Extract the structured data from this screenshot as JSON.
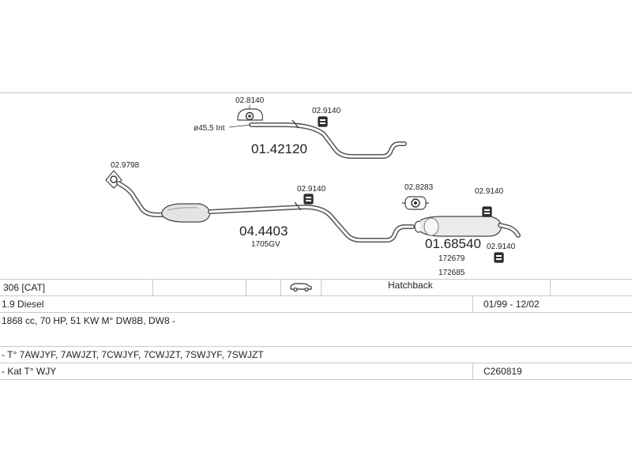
{
  "parts": {
    "hanger_top_left": "02.8140",
    "clamp_top_right": "02.9140",
    "pipe_diameter": "ø45,5 Int",
    "rear_pipe": "01.42120",
    "front_gasket": "02.9798",
    "clamp_middle": "02.9140",
    "catalyst": "04.4403",
    "catalyst_sub": "1705GV",
    "hanger_rear": "02.8283",
    "clamp_rear_top": "02.9140",
    "rear_silencer": "01.68540",
    "rear_silencer_ref1": "172679",
    "rear_silencer_ref2": "172685",
    "clamp_rear_bottom": "02.9140"
  },
  "vehicle": {
    "model": "306 [CAT]",
    "body_icon": "car-icon",
    "body": "Hatchback",
    "engine": "1.9 Diesel",
    "years": "01/99 - 12/02",
    "spec": "1868 cc, 70 HP, 51 KW M° DW8B, DW8 -",
    "types": "- T° 7AWJYF, 7AWJZT, 7CWJYF, 7CWJZT, 7SWJYF, 7SWJZT",
    "cat_type": "- Kat T° WJY",
    "code": "C260819"
  }
}
